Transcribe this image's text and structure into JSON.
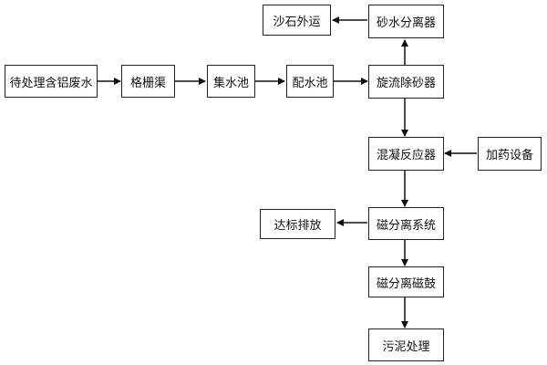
{
  "flowchart": {
    "nodes": {
      "wastewater": "待处理含铝废水",
      "grille": "格栅渠",
      "collection_pool": "集水池",
      "distribution_pool": "配水池",
      "cyclone_desander": "旋流除砂器",
      "sand_water_separator": "砂水分离器",
      "gravel_transport": "沙石外运",
      "coagulation_reactor": "混凝反应器",
      "dosing_equipment": "加药设备",
      "magnetic_separation_system": "磁分离系统",
      "discharge": "达标排放",
      "magnetic_drum": "磁分离磁鼓",
      "sludge_treatment": "污泥处理"
    },
    "edges": [
      [
        "wastewater",
        "grille"
      ],
      [
        "grille",
        "collection_pool"
      ],
      [
        "collection_pool",
        "distribution_pool"
      ],
      [
        "distribution_pool",
        "cyclone_desander"
      ],
      [
        "cyclone_desander",
        "sand_water_separator"
      ],
      [
        "sand_water_separator",
        "gravel_transport"
      ],
      [
        "cyclone_desander",
        "coagulation_reactor"
      ],
      [
        "dosing_equipment",
        "coagulation_reactor"
      ],
      [
        "coagulation_reactor",
        "magnetic_separation_system"
      ],
      [
        "magnetic_separation_system",
        "discharge"
      ],
      [
        "magnetic_separation_system",
        "magnetic_drum"
      ],
      [
        "magnetic_drum",
        "sludge_treatment"
      ]
    ]
  }
}
